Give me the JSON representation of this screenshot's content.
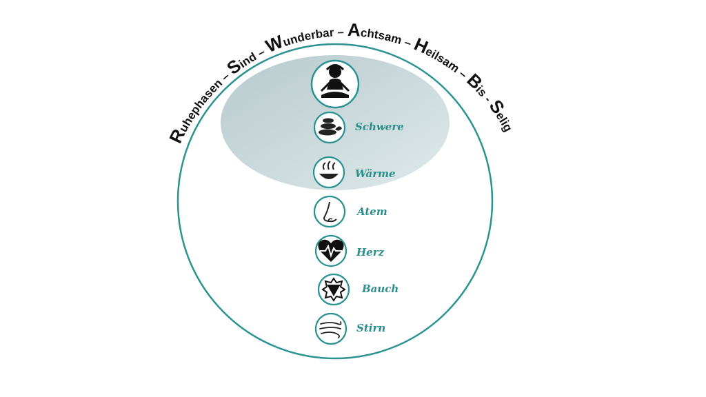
{
  "colors": {
    "ring": "#2a9290",
    "label": "#2a8f8c",
    "title": "#111111",
    "shade": "#c6d6d9"
  },
  "title_parts": [
    {
      "cap": "R",
      "rest": "uhephasen"
    },
    {
      "sep": " – "
    },
    {
      "cap": "S",
      "rest": "ind"
    },
    {
      "sep": " – "
    },
    {
      "cap": "W",
      "rest": "underbar"
    },
    {
      "sep": " – "
    },
    {
      "cap": "A",
      "rest": "chtsam"
    },
    {
      "sep": " – "
    },
    {
      "cap": "H",
      "rest": "eilsam"
    },
    {
      "sep": " – "
    },
    {
      "cap": "B",
      "rest": "is"
    },
    {
      "sep": " - "
    },
    {
      "cap": "S",
      "rest": "elig"
    }
  ],
  "stages": [
    {
      "icon": "meditation-icon",
      "label": ""
    },
    {
      "icon": "stones-icon",
      "label": "Schwere"
    },
    {
      "icon": "warm-bowl-icon",
      "label": "Wärme"
    },
    {
      "icon": "nose-icon",
      "label": "Atem"
    },
    {
      "icon": "heart-pulse-icon",
      "label": "Herz"
    },
    {
      "icon": "chakra-icon",
      "label": "Bauch"
    },
    {
      "icon": "wind-icon",
      "label": "Stirn"
    }
  ]
}
